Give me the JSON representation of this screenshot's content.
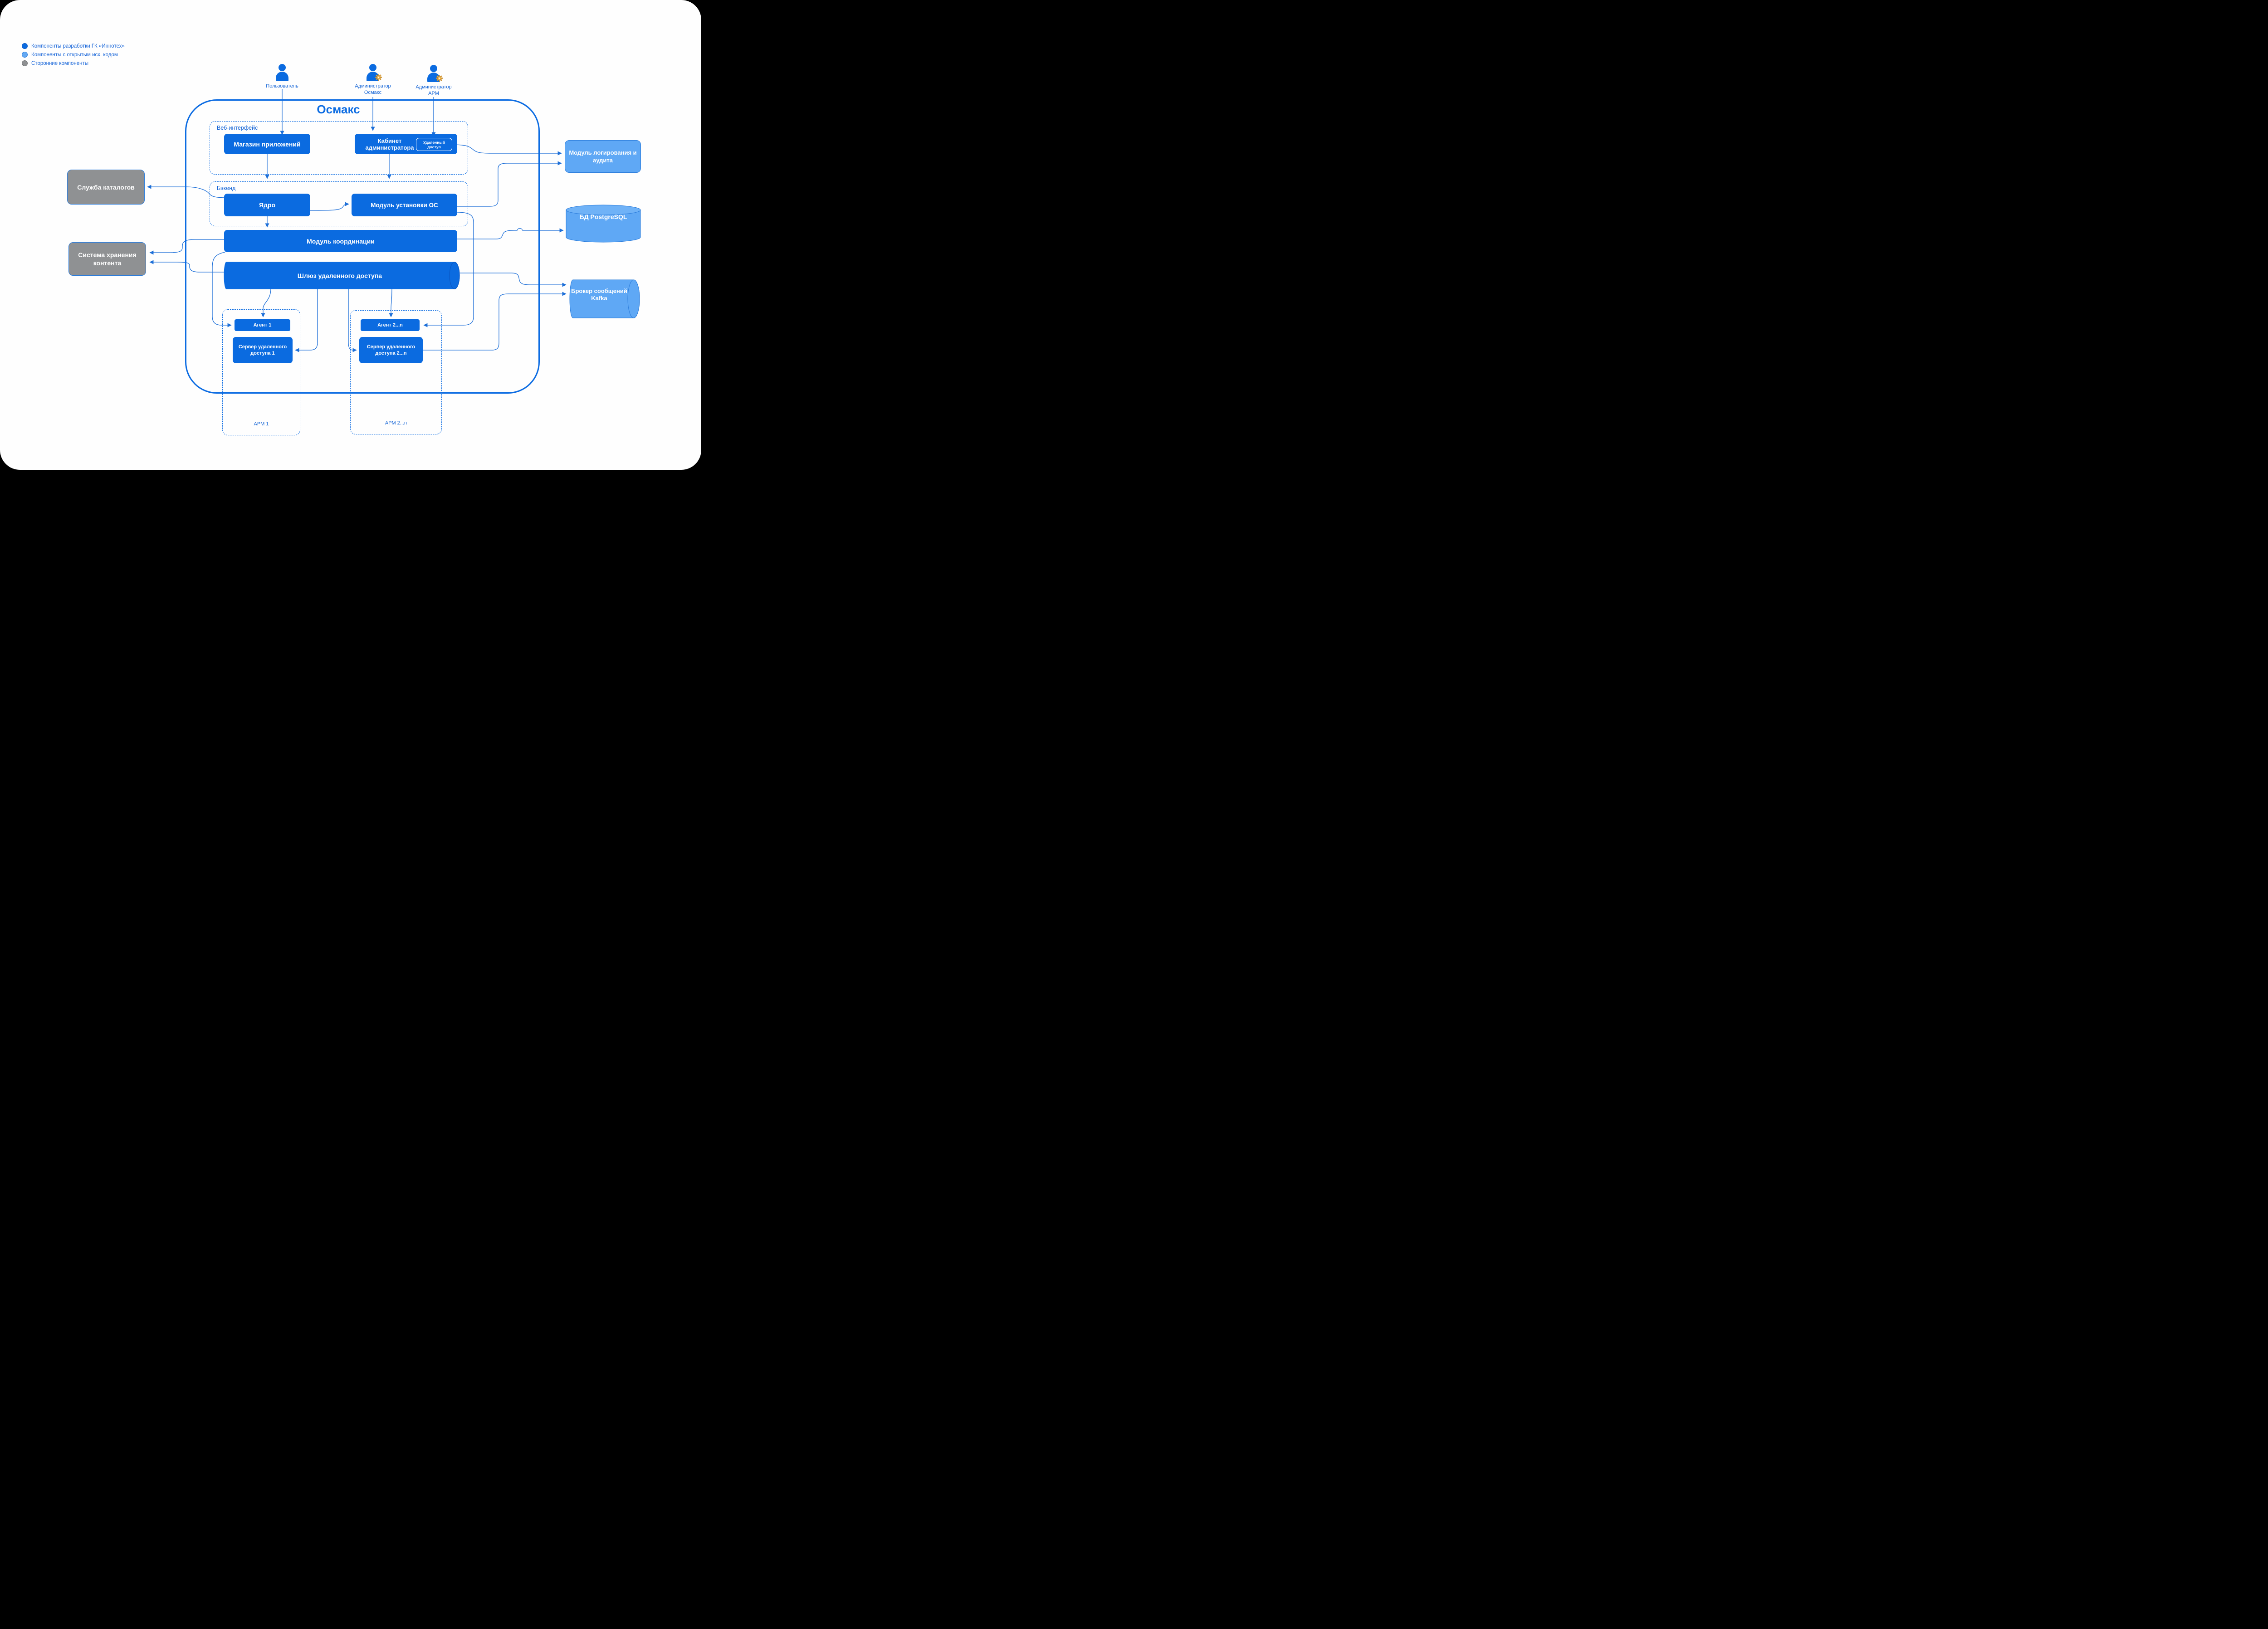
{
  "legend": {
    "items": [
      {
        "label": "Компоненты разработки ГК «Иннотех»",
        "color": "#0b6be0"
      },
      {
        "label": "Компоненты с открытым исх. кодом",
        "color": "#64a9f3"
      },
      {
        "label": "Сторонние компоненты",
        "color": "#8f9193"
      }
    ]
  },
  "actors": {
    "user": {
      "label": "Пользователь"
    },
    "admin_osmax": {
      "line1": "Администратор",
      "line2": "Осмакс"
    },
    "admin_arm": {
      "line1": "Администратор",
      "line2": "АРМ"
    }
  },
  "system": {
    "title": "Осмакс",
    "web_ui": {
      "label": "Веб-интерфейс",
      "app_store": "Магазин приложений",
      "admin_cabinet": "Кабинет администратора",
      "remote_access_badge": "Удаленный доступ"
    },
    "backend": {
      "label": "Бэкенд",
      "core": "Ядро",
      "os_install_module": "Модуль установки ОС"
    },
    "coordination_module": "Модуль координации",
    "remote_access_gateway": "Шлюз удаленного доступа",
    "arm1": {
      "label": "АРМ 1",
      "agent": "Агент 1",
      "remote_server": "Сервер удаленного доступа 1"
    },
    "arm2": {
      "label": "АРМ 2...n",
      "agent": "Агент 2...n",
      "remote_server": "Сервер удаленного доступа 2...n"
    }
  },
  "external": {
    "catalog_service": "Служба каталогов",
    "content_storage": "Система хранения контента",
    "logging_module": "Модуль логирования и аудита",
    "postgres_db": "БД PostgreSQL",
    "kafka_broker": "Брокер сообщений Kafka"
  },
  "connections": [
    {
      "from": "Пользователь",
      "to": "Магазин приложений"
    },
    {
      "from": "Администратор Осмакс",
      "to": "Кабинет администратора"
    },
    {
      "from": "Администратор АРМ",
      "to": "Удаленный доступ"
    },
    {
      "from": "Магазин приложений",
      "to": "Бэкенд"
    },
    {
      "from": "Кабинет администратора",
      "to": "Бэкенд"
    },
    {
      "from": "Ядро",
      "to": "Модуль установки ОС"
    },
    {
      "from": "Ядро",
      "to": "Модуль координации"
    },
    {
      "from": "Ядро",
      "to": "Служба каталогов"
    },
    {
      "from": "Модуль координации",
      "to": "Система хранения контента"
    },
    {
      "from": "Шлюз удаленного доступа",
      "to": "Система хранения контента"
    },
    {
      "from": "Кабинет администратора",
      "to": "Модуль логирования и аудита"
    },
    {
      "from": "Модуль установки ОС",
      "to": "Модуль логирования и аудита"
    },
    {
      "from": "Модуль координации",
      "to": "БД PostgreSQL"
    },
    {
      "from": "Шлюз удаленного доступа",
      "to": "Брокер сообщений Kafka"
    },
    {
      "from": "Сервер удаленного доступа 2...n",
      "to": "Брокер сообщений Kafka"
    },
    {
      "from": "Шлюз удаленного доступа",
      "to": "Агент 1"
    },
    {
      "from": "Шлюз удаленного доступа",
      "to": "Агент 2...n"
    },
    {
      "from": "Модуль координации",
      "to": "Агент 1"
    },
    {
      "from": "Модуль установки ОС",
      "to": "Агент 2...n"
    },
    {
      "from": "Шлюз удаленного доступа",
      "to": "Сервер удаленного доступа 1"
    },
    {
      "from": "Шлюз удаленного доступа",
      "to": "Сервер удаленного доступа 2...n"
    }
  ],
  "colors": {
    "innotech_component": "#0b6be0",
    "open_source_component": "#5fa8f5",
    "third_party_component": "#8f9193",
    "connector": "#1d6fd8",
    "label_text": "#1565d6"
  }
}
